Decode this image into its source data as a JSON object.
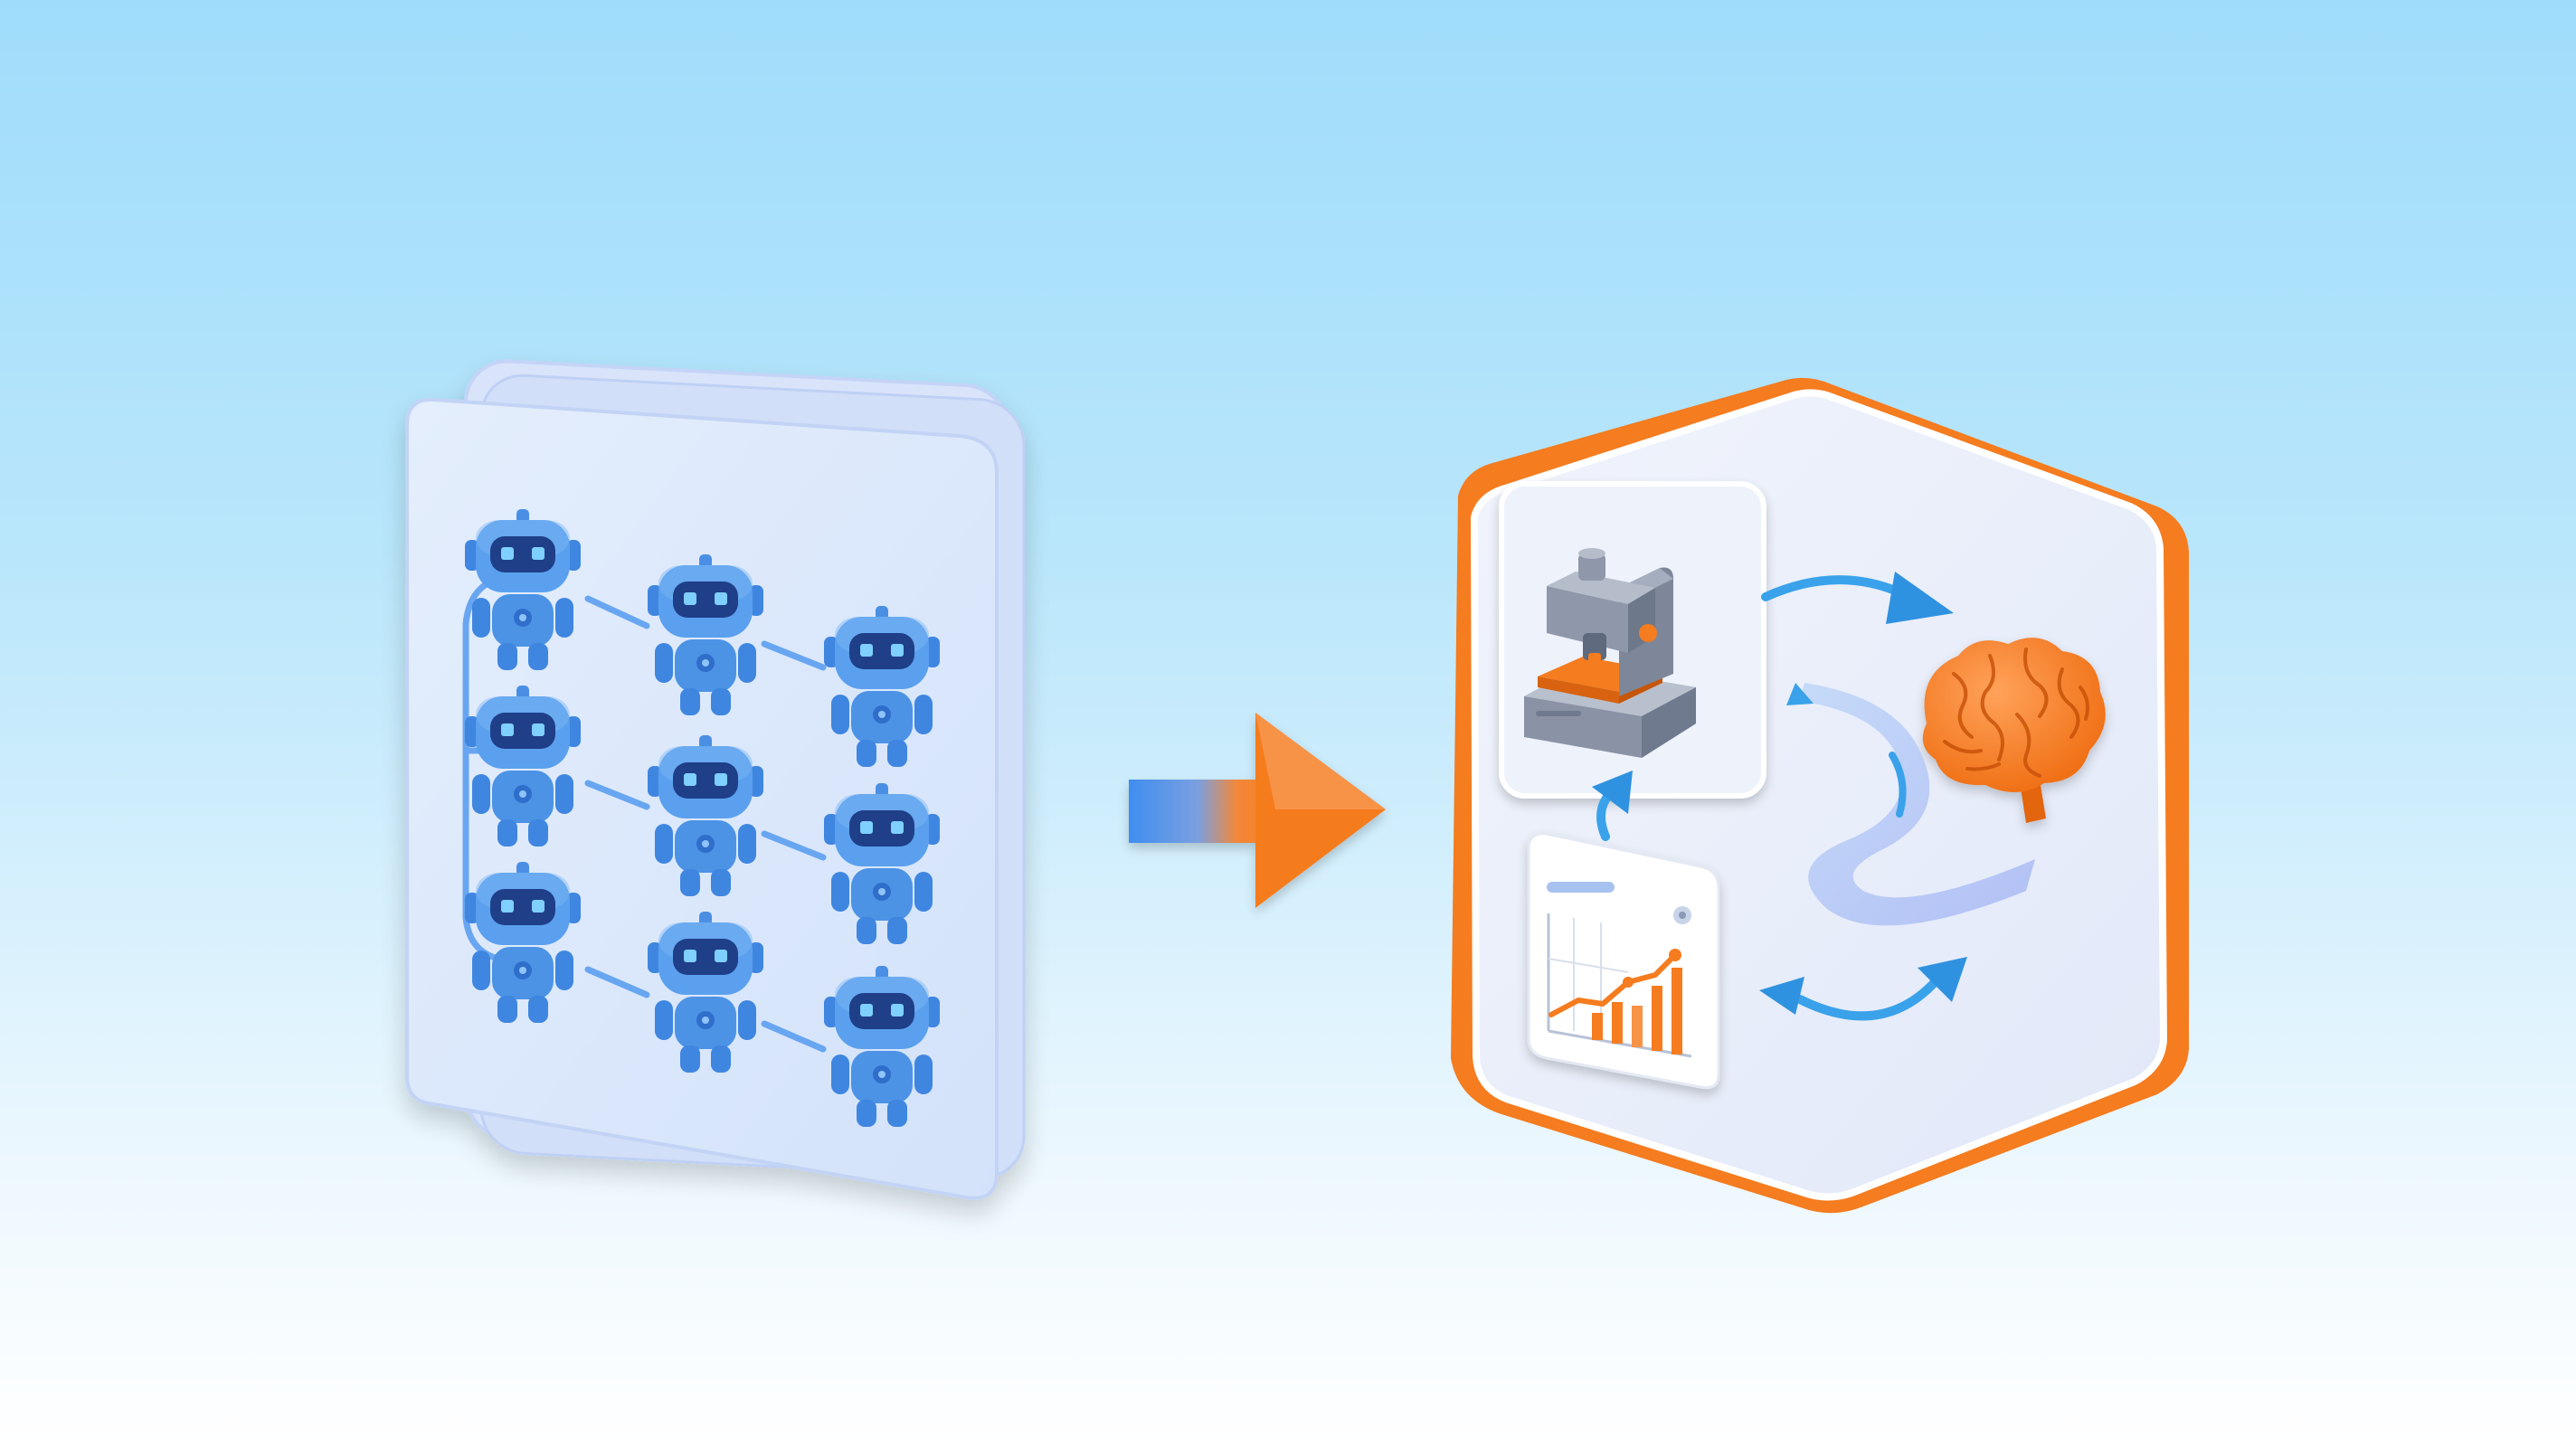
{
  "colors": {
    "background_top": "#9fdcfb",
    "background_bottom": "#ffffff",
    "panel_fill": "#dce8fb",
    "robot_blue": "#4f97e8",
    "robot_visor": "#1e3f8a",
    "connector_blue": "#5b9df0",
    "accent_orange": "#f57c1f",
    "hexagon_fill": "#e8eefb",
    "flow_arrow_blue": "#3aa2ea"
  },
  "left_panel": {
    "icon": "robot-agent-grid",
    "rows": 3,
    "columns": 3
  },
  "transition_arrow": {
    "icon": "arrow-right-icon"
  },
  "right_hexagon": {
    "icons": [
      "microscope-icon",
      "brain-icon",
      "analytics-chart-icon",
      "cycle-arrows-icon"
    ]
  }
}
